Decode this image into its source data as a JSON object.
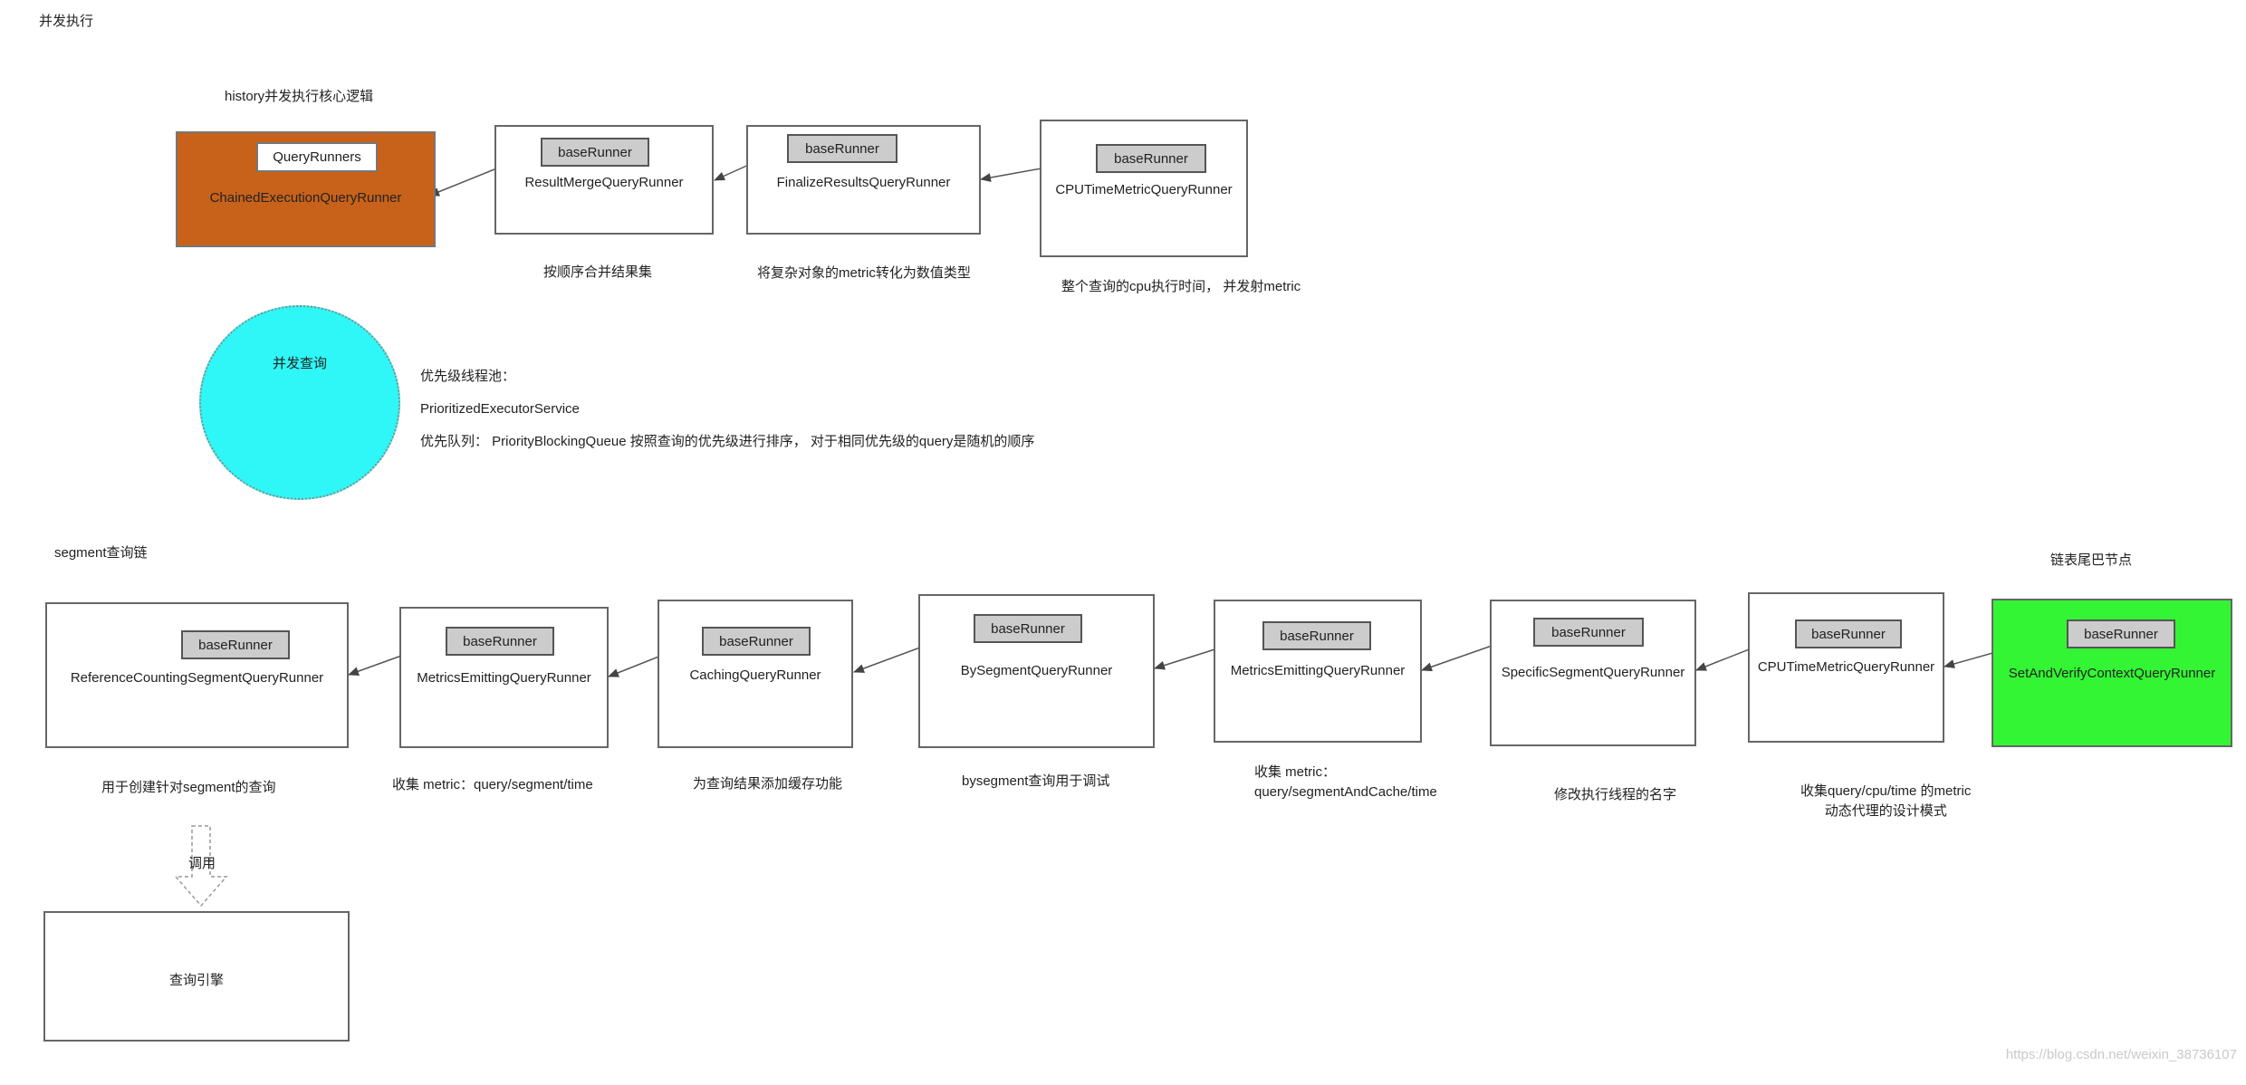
{
  "page_title": "并发执行",
  "history": {
    "title": "history并发执行核心逻辑",
    "chained": {
      "inner": "QueryRunners",
      "label": "ChainedExecutionQueryRunner"
    },
    "result_merge": {
      "tag": "baseRunner",
      "label": "ResultMergeQueryRunner",
      "note": "按顺序合并结果集"
    },
    "finalize": {
      "tag": "baseRunner",
      "label": "FinalizeResultsQueryRunner",
      "note": "将复杂对象的metric转化为数值类型"
    },
    "cpu": {
      "tag": "baseRunner",
      "label": "CPUTimeMetricQueryRunner",
      "note": "整个查询的cpu执行时间，  并发射metric"
    }
  },
  "concurrency": {
    "circle_label": "并发查询",
    "pool_title": "优先级线程池：",
    "pool_name": "PrioritizedExecutorService",
    "queue_text": "优先队列：  PriorityBlockingQueue   按照查询的优先级进行排序，  对于相同优先级的query是随机的顺序"
  },
  "segment": {
    "title": "segment查询链",
    "tail_note": "链表尾巴节点",
    "runners": [
      {
        "tag": "baseRunner",
        "label": "ReferenceCountingSegmentQueryRunner",
        "note": "用于创建针对segment的查询"
      },
      {
        "tag": "baseRunner",
        "label": "MetricsEmittingQueryRunner",
        "note": "收集 metric：query/segment/time"
      },
      {
        "tag": "baseRunner",
        "label": "CachingQueryRunner",
        "note": "为查询结果添加缓存功能"
      },
      {
        "tag": "baseRunner",
        "label": "BySegmentQueryRunner",
        "note": "bysegment查询用于调试"
      },
      {
        "tag": "baseRunner",
        "label": "MetricsEmittingQueryRunner",
        "note_line1": "收集 metric：",
        "note_line2": "query/segmentAndCache/time"
      },
      {
        "tag": "baseRunner",
        "label": "SpecificSegmentQueryRunner",
        "note": "修改执行线程的名字"
      },
      {
        "tag": "baseRunner",
        "label": "CPUTimeMetricQueryRunner",
        "note_line1": "收集query/cpu/time 的metric",
        "note_line2": "动态代理的设计模式"
      },
      {
        "tag": "baseRunner",
        "label": "SetAndVerifyContextQueryRunner"
      }
    ],
    "call_label": "调用",
    "engine_label": "查询引擎"
  },
  "watermark": "https://blog.csdn.net/weixin_38736107",
  "colors": {
    "chained_fill": "#c8621a",
    "circle_fill": "#2ff7f7",
    "tail_fill": "#33f533",
    "base_runner_fill": "#cccccc"
  }
}
